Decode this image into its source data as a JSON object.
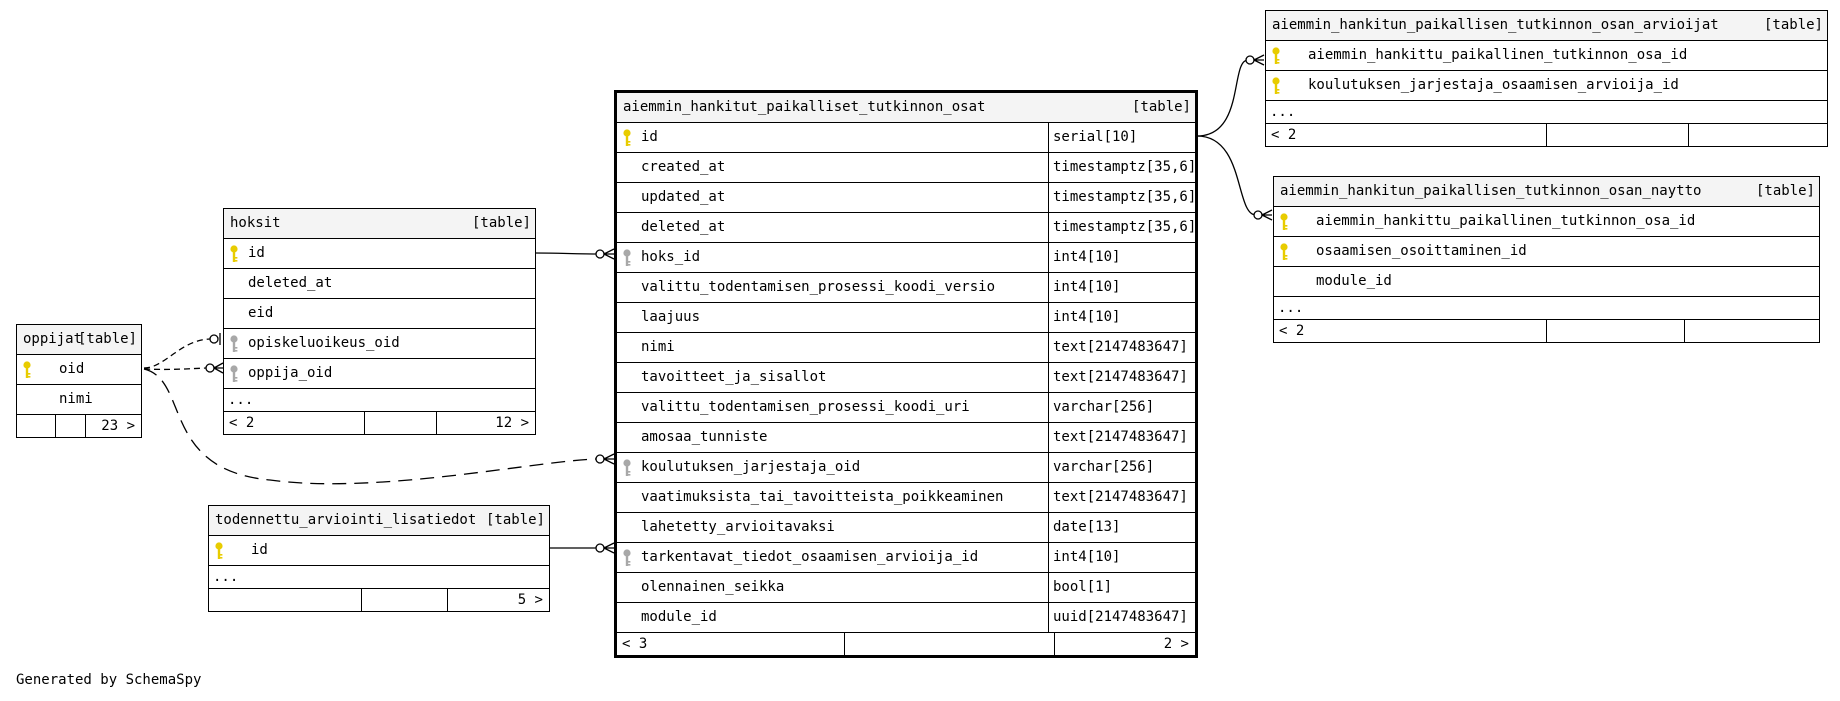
{
  "credit": "Generated by SchemaSpy",
  "colors": {
    "pk_key": "#e8cc00",
    "fk_key": "#a8a8a8",
    "header_bg": "#f4f4f4",
    "line": "#000000"
  },
  "tables": {
    "oppijat": {
      "name": "oppijat",
      "tag": "[table]",
      "columns": [
        {
          "name": "oid",
          "key": "pk"
        },
        {
          "name": "nimi",
          "key": "none"
        }
      ],
      "footer": {
        "left": "",
        "right": "23 >"
      }
    },
    "hoksit": {
      "name": "hoksit",
      "tag": "[table]",
      "columns": [
        {
          "name": "id",
          "key": "pk"
        },
        {
          "name": "deleted_at",
          "key": "none"
        },
        {
          "name": "eid",
          "key": "none"
        },
        {
          "name": "opiskeluoikeus_oid",
          "key": "fk"
        },
        {
          "name": "oppija_oid",
          "key": "fk"
        }
      ],
      "more": "...",
      "footer": {
        "left": "< 2",
        "right": "12 >"
      }
    },
    "todennettu": {
      "name": "todennettu_arviointi_lisatiedot",
      "tag": "[table]",
      "columns": [
        {
          "name": "id",
          "key": "pk"
        }
      ],
      "more": "...",
      "footer": {
        "left": "",
        "right": "5 >"
      }
    },
    "main": {
      "name": "aiemmin_hankitut_paikalliset_tutkinnon_osat",
      "tag": "[table]",
      "columns": [
        {
          "name": "id",
          "type": "serial[10]",
          "key": "pk"
        },
        {
          "name": "created_at",
          "type": "timestamptz[35,6]",
          "key": "none"
        },
        {
          "name": "updated_at",
          "type": "timestamptz[35,6]",
          "key": "none"
        },
        {
          "name": "deleted_at",
          "type": "timestamptz[35,6]",
          "key": "none"
        },
        {
          "name": "hoks_id",
          "type": "int4[10]",
          "key": "fk"
        },
        {
          "name": "valittu_todentamisen_prosessi_koodi_versio",
          "type": "int4[10]",
          "key": "none"
        },
        {
          "name": "laajuus",
          "type": "int4[10]",
          "key": "none"
        },
        {
          "name": "nimi",
          "type": "text[2147483647]",
          "key": "none"
        },
        {
          "name": "tavoitteet_ja_sisallot",
          "type": "text[2147483647]",
          "key": "none"
        },
        {
          "name": "valittu_todentamisen_prosessi_koodi_uri",
          "type": "varchar[256]",
          "key": "none"
        },
        {
          "name": "amosaa_tunniste",
          "type": "text[2147483647]",
          "key": "none"
        },
        {
          "name": "koulutuksen_jarjestaja_oid",
          "type": "varchar[256]",
          "key": "fk"
        },
        {
          "name": "vaatimuksista_tai_tavoitteista_poikkeaminen",
          "type": "text[2147483647]",
          "key": "none"
        },
        {
          "name": "lahetetty_arvioitavaksi",
          "type": "date[13]",
          "key": "none"
        },
        {
          "name": "tarkentavat_tiedot_osaamisen_arvioija_id",
          "type": "int4[10]",
          "key": "fk"
        },
        {
          "name": "olennainen_seikka",
          "type": "bool[1]",
          "key": "none"
        },
        {
          "name": "module_id",
          "type": "uuid[2147483647]",
          "key": "none"
        }
      ],
      "footer": {
        "left": "< 3",
        "right": "2 >"
      }
    },
    "arvioijat": {
      "name": "aiemmin_hankitun_paikallisen_tutkinnon_osan_arvioijat",
      "tag": "[table]",
      "columns": [
        {
          "name": "aiemmin_hankittu_paikallinen_tutkinnon_osa_id",
          "key": "pk"
        },
        {
          "name": "koulutuksen_jarjestaja_osaamisen_arvioija_id",
          "key": "pk"
        }
      ],
      "more": "...",
      "footer": {
        "left": "< 2",
        "right": ""
      }
    },
    "naytto": {
      "name": "aiemmin_hankitun_paikallisen_tutkinnon_osan_naytto",
      "tag": "[table]",
      "columns": [
        {
          "name": "aiemmin_hankittu_paikallinen_tutkinnon_osa_id",
          "key": "pk"
        },
        {
          "name": "osaamisen_osoittaminen_id",
          "key": "pk"
        },
        {
          "name": "module_id",
          "key": "none"
        }
      ],
      "more": "...",
      "footer": {
        "left": "< 2",
        "right": ""
      }
    }
  }
}
